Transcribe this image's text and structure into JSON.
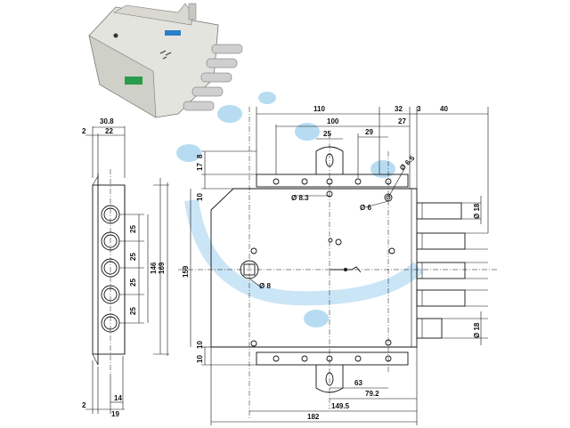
{
  "dimensions": {
    "top": {
      "d110": "110",
      "d100": "100",
      "d25": "25",
      "d29": "29",
      "d32": "32",
      "d27": "27",
      "d3": "3",
      "d40": "40"
    },
    "left": {
      "d30_8": "30.8",
      "d2": "2",
      "d22": "22",
      "d14": "14",
      "d2b": "2",
      "d19": "19"
    },
    "pitch": [
      "25",
      "25",
      "25",
      "25"
    ],
    "d146": "146",
    "d169": "169",
    "d159": "159",
    "d17": "17",
    "d8": "8",
    "d10a": "10",
    "d10b": "10",
    "d10c": "10",
    "dia_8_3": "Ø 8.3",
    "dia_6_5": "Ø 6.5",
    "dia_6": "Ø 6",
    "dia_8": "Ø 8",
    "dia_18a": "Ø 18",
    "dia_18b": "Ø 18",
    "bottom": {
      "d63": "63",
      "d79_2": "79.2",
      "d149_5": "149.5",
      "d182": "182"
    }
  },
  "colors": {
    "line": "#111111",
    "watermark": "#9fd0ee",
    "photo_body": "#e4e4de"
  }
}
